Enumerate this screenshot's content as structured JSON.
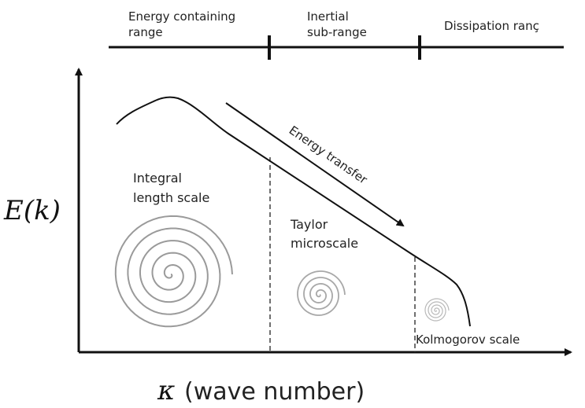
{
  "ranges": {
    "energy_containing": [
      "Energy containing",
      "range"
    ],
    "inertial": [
      "Inertial",
      "sub-range"
    ],
    "dissipation": "Dissipation ranç"
  },
  "axes": {
    "y_label": "E(k)",
    "x_label_symbol": "κ",
    "x_label_text": "(wave number)"
  },
  "annotations": {
    "energy_transfer": "Energy transfer",
    "integral_scale": [
      "Integral",
      "length scale"
    ],
    "taylor_scale": [
      "Taylor",
      "microscale"
    ],
    "kolmogorov_scale": "Kolmogorov scale"
  },
  "colors": {
    "line": "#111111",
    "spiral_large": "#9a9a9a",
    "spiral_medium": "#a8a8a8",
    "spiral_small": "#b8b8b8"
  }
}
